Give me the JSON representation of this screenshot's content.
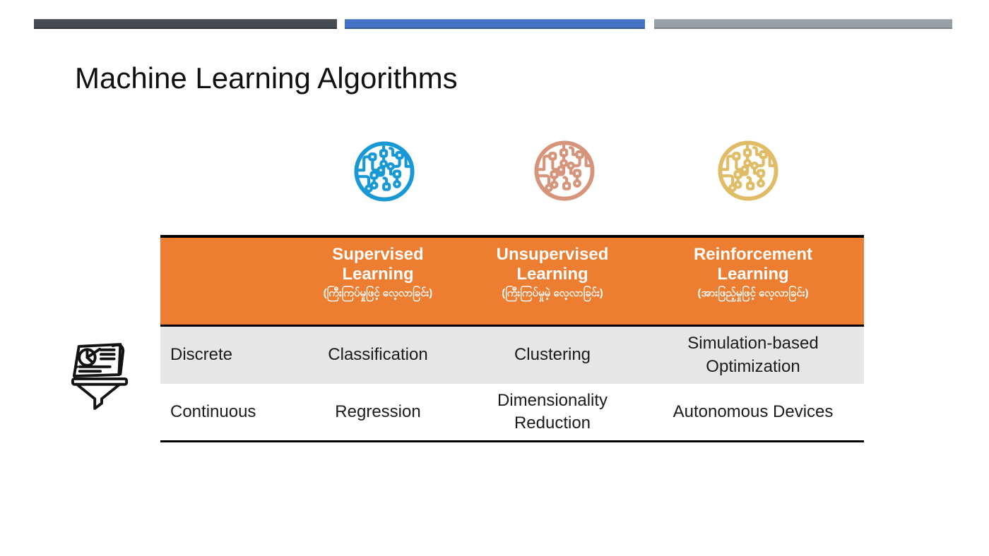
{
  "slide": {
    "title": "Machine Learning Algorithms",
    "accent_bars": [
      {
        "name": "dark-bar",
        "color": "#454B52"
      },
      {
        "name": "blue-bar",
        "color": "#4472C4"
      },
      {
        "name": "gray-bar",
        "color": "#98A0A7"
      }
    ],
    "icons": [
      {
        "name": "circuit-brain-icon-supervised",
        "color": "#1899D6"
      },
      {
        "name": "circuit-brain-icon-unsupervised",
        "color": "#D6957B"
      },
      {
        "name": "circuit-brain-icon-reinforcement",
        "color": "#E0BC66"
      },
      {
        "name": "report-funnel-icon",
        "color": "#121212"
      }
    ],
    "table": {
      "colors": {
        "header_bg": "#ED7D31",
        "header_text": "#FFFFFF",
        "row1_bg": "#E7E6E6",
        "row2_bg": "#FFFFFF",
        "border": "#000000"
      },
      "columns": [
        {
          "title": "Supervised Learning",
          "subtitle": "(ကြီးကြပ်မှုဖြင့် လေ့လာခြင်း)"
        },
        {
          "title": "Unsupervised Learning",
          "subtitle": "(ကြီးကြပ်မှုမဲ့ လေ့လာခြင်း)"
        },
        {
          "title": "Reinforcement Learning",
          "subtitle": "(အားဖြည့်မှုဖြင့် လေ့လာခြင်း)"
        }
      ],
      "rows": [
        {
          "label": "Discrete",
          "cells": [
            "Classification",
            "Clustering",
            "Simulation-based Optimization"
          ]
        },
        {
          "label": "Continuous",
          "cells": [
            "Regression",
            "Dimensionality Reduction",
            "Autonomous Devices"
          ]
        }
      ]
    }
  }
}
